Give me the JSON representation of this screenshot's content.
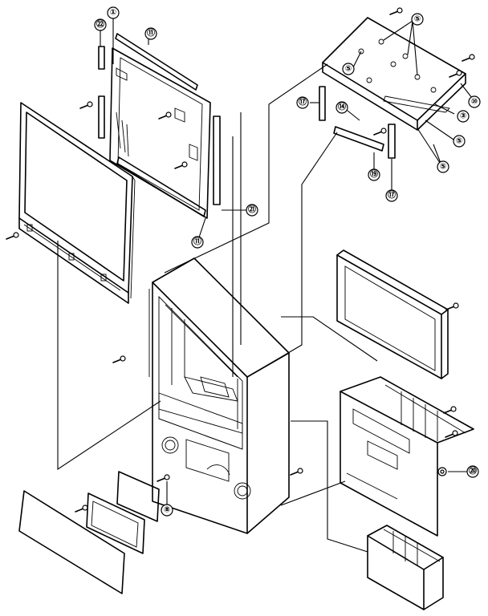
{
  "callouts": [
    {
      "label": "⑪"
    },
    {
      "label": "①"
    },
    {
      "label": "⑪"
    },
    {
      "label": "㉒"
    },
    {
      "label": "㉑"
    },
    {
      "label": "⑤"
    },
    {
      "label": "⑤"
    },
    {
      "label": "⑩"
    },
    {
      "label": "⑰"
    },
    {
      "label": "⑭"
    },
    {
      "label": "③"
    },
    {
      "label": "⑤"
    },
    {
      "label": "⑤"
    },
    {
      "label": "⑲"
    },
    {
      "label": "⑰"
    },
    {
      "label": "⑧"
    },
    {
      "label": "⑳"
    }
  ]
}
